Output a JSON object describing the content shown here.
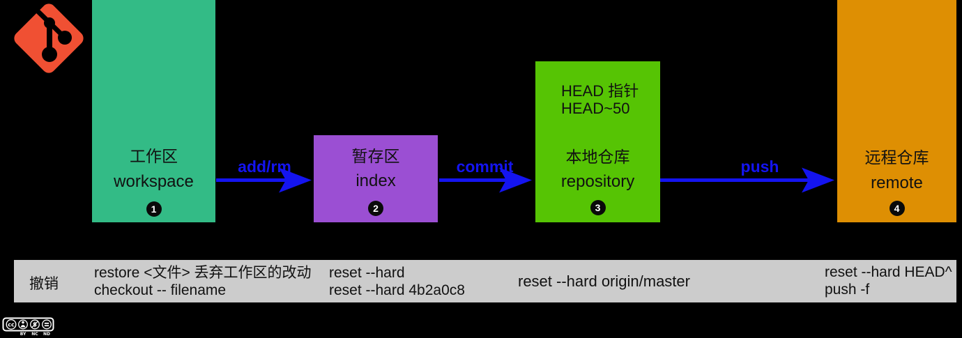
{
  "nodes": {
    "workspace": {
      "zh": "工作区",
      "en": "workspace",
      "num": "1"
    },
    "index": {
      "zh": "暂存区",
      "en": "index",
      "num": "2"
    },
    "repository": {
      "zh": "本地仓库",
      "en": "repository",
      "num": "3",
      "head_line1": "HEAD 指针",
      "head_line2": "HEAD~50"
    },
    "remote": {
      "zh": "远程仓库",
      "en": "remote",
      "num": "4"
    }
  },
  "arrows": {
    "add": "add/rm",
    "commit": "commit",
    "push": "push"
  },
  "undo": {
    "label": "撤销",
    "col1_line1": "restore <文件> 丢弃工作区的改动",
    "col1_line2": "checkout -- filename",
    "col2_line1": "reset --hard",
    "col2_line2": "reset --hard 4b2a0c8",
    "col3_line1": "reset --hard origin/master",
    "col4_line1": "reset --hard HEAD^",
    "col4_line2": "push -f"
  },
  "license": {
    "cc": "cc",
    "by": "BY",
    "nc": "NC",
    "nd": "ND",
    "nc_glyph": "$",
    "nd_glyph": "="
  },
  "colors": {
    "workspace": "#33bb86",
    "index": "#9b4fd3",
    "repository": "#56c404",
    "remote": "#de8f03",
    "arrow": "#1414f0",
    "bar": "#cccccc",
    "logo": "#f05033"
  }
}
